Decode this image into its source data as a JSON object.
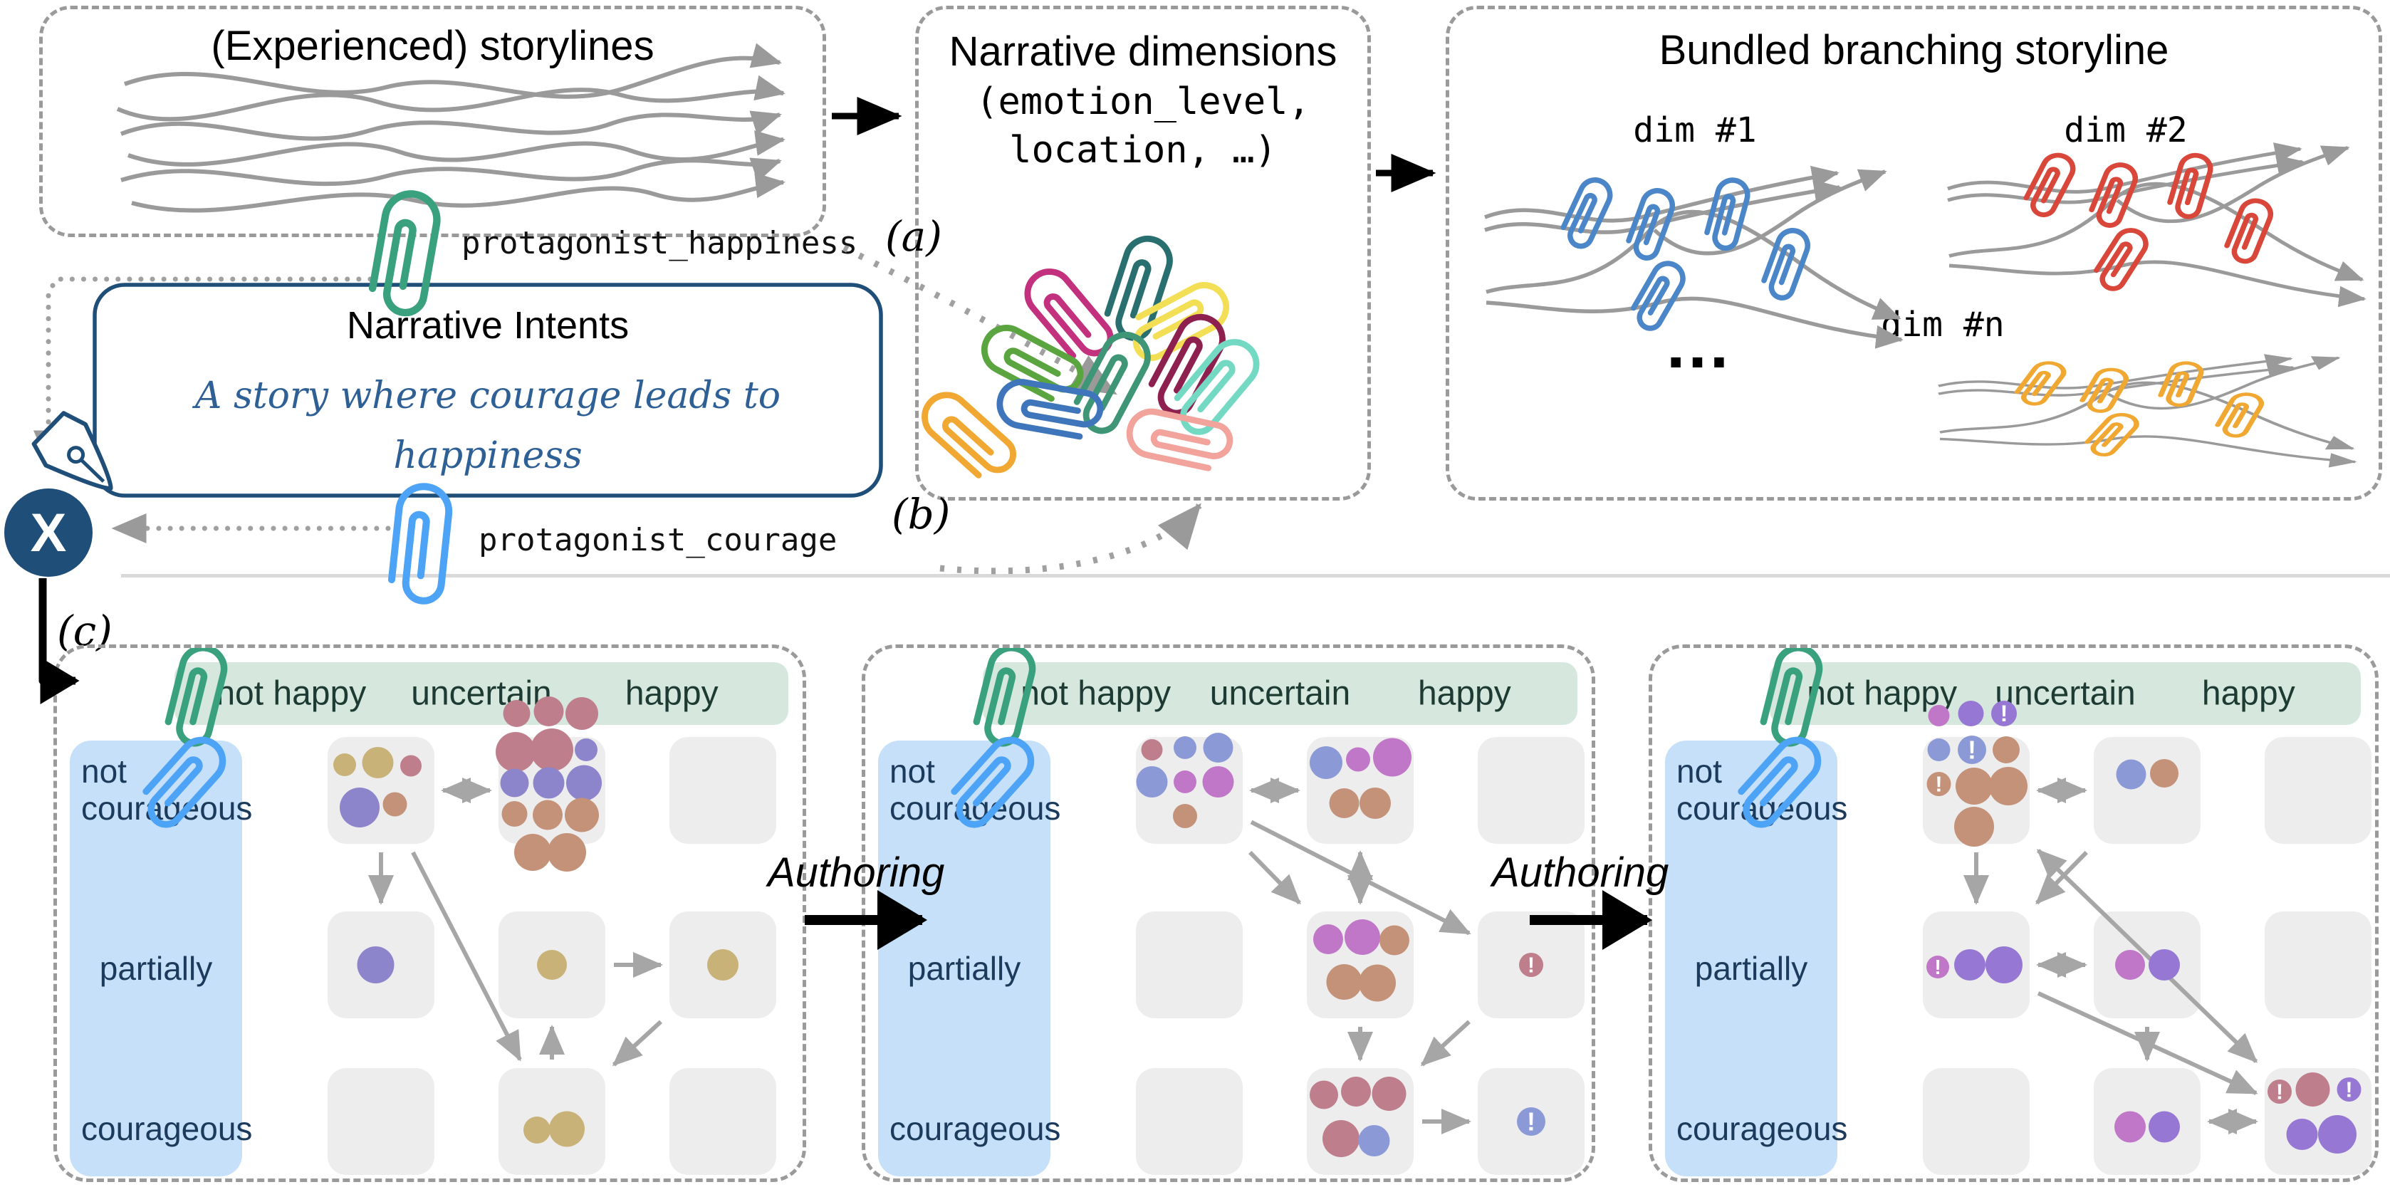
{
  "top": {
    "storylines_box": {
      "title": "(Experienced) storylines"
    },
    "dimensions_box": {
      "title": "Narrative dimensions",
      "code_line1": "(emotion_level,",
      "code_line2": "location, …)"
    },
    "bundled_box": {
      "title": "Bundled branching storyline",
      "dims": [
        {
          "label": "dim #1",
          "clip_color": "#4a86c8"
        },
        {
          "label": "dim #2",
          "clip_color": "#d9473a"
        },
        {
          "label": "dim #n",
          "clip_color": "#f0a832"
        }
      ],
      "ellipsis": "..."
    },
    "clip_happiness": {
      "label": "protagonist_happiness",
      "color": "#3aa17e"
    },
    "clip_courage": {
      "label": "protagonist_courage",
      "color": "#4da3f5"
    },
    "intents_box": {
      "title": "Narrative Intents",
      "line1": "A story where courage leads to",
      "line2": "happiness",
      "accent": "#1f4e79",
      "text_color": "#2e6096"
    },
    "labels": {
      "a": "(a)",
      "b": "(b)",
      "c": "(c)",
      "x": "X"
    },
    "pile_colors": [
      "#2a6f6f",
      "#c3307e",
      "#f2df55",
      "#5aa53f",
      "#3f9677",
      "#8e2050",
      "#74d9c3",
      "#3f75bb",
      "#f2a39b",
      "#f0a832"
    ]
  },
  "matrix": {
    "authoring_label": "Authoring",
    "col_labels": [
      "not happy",
      "uncertain",
      "happy"
    ],
    "row_labels": [
      "not courageous",
      "partially",
      "courageous"
    ],
    "header_bg": "#d6e7de",
    "header_text": "#1d3b33",
    "sidebar_bg": "#c5e0f8",
    "sidebar_text": "#1b3a5c",
    "cell_bg": "#ededee",
    "arrow_color": "#a6a6a6",
    "palette": {
      "rose": "#bf7e8b",
      "khaki": "#c8b277",
      "purple": "#8d85cc",
      "blue": "#8b99d6",
      "salmon": "#c49179",
      "orchid": "#c077c8",
      "violet": "#9678d4"
    },
    "panels": [
      {
        "cells": [
          {
            "r": 0,
            "c": 0,
            "dots": [
              [
                "khaki",
                16,
                0.16,
                0.26
              ],
              [
                "khaki",
                22,
                0.47,
                0.24
              ],
              [
                "rose",
                15,
                0.78,
                0.27
              ],
              [
                "purple",
                28,
                0.3,
                0.66
              ],
              [
                "salmon",
                17,
                0.63,
                0.63
              ]
            ]
          },
          {
            "r": 0,
            "c": 1,
            "dots": [
              [
                "rose",
                19,
                0.17,
                -0.22
              ],
              [
                "rose",
                21,
                0.47,
                -0.24
              ],
              [
                "rose",
                23,
                0.78,
                -0.22
              ],
              [
                "rose",
                28,
                0.16,
                0.14
              ],
              [
                "rose",
                30,
                0.5,
                0.12
              ],
              [
                "purple",
                16,
                0.82,
                0.12
              ],
              [
                "purple",
                20,
                0.15,
                0.43
              ],
              [
                "purple",
                22,
                0.47,
                0.43
              ],
              [
                "purple",
                25,
                0.8,
                0.43
              ],
              [
                "salmon",
                18,
                0.15,
                0.72
              ],
              [
                "salmon",
                21,
                0.46,
                0.73
              ],
              [
                "salmon",
                24,
                0.78,
                0.73
              ],
              [
                "salmon",
                26,
                0.32,
                1.08
              ],
              [
                "salmon",
                27,
                0.64,
                1.08
              ]
            ]
          },
          {
            "r": 1,
            "c": 0,
            "dots": [
              [
                "purple",
                26,
                0.45,
                0.5
              ]
            ]
          },
          {
            "r": 1,
            "c": 1,
            "dots": [
              [
                "khaki",
                21,
                0.5,
                0.5
              ]
            ]
          },
          {
            "r": 1,
            "c": 2,
            "dots": [
              [
                "khaki",
                22,
                0.5,
                0.5
              ]
            ]
          },
          {
            "r": 2,
            "c": 1,
            "dots": [
              [
                "khaki",
                19,
                0.36,
                0.58
              ],
              [
                "khaki",
                25,
                0.64,
                0.57
              ]
            ]
          }
        ],
        "arrows": [
          [
            0,
            0,
            0,
            1,
            1
          ],
          [
            0,
            0,
            1,
            0,
            0
          ],
          [
            0,
            0,
            2,
            1,
            0
          ],
          [
            1,
            1,
            1,
            2,
            0
          ],
          [
            2,
            1,
            1,
            1,
            0
          ],
          [
            1,
            2,
            2,
            1,
            0
          ]
        ]
      },
      {
        "cells": [
          {
            "r": 0,
            "c": 0,
            "dots": [
              [
                "rose",
                15,
                0.15,
                0.12
              ],
              [
                "blue",
                16,
                0.46,
                0.1
              ],
              [
                "blue",
                21,
                0.77,
                0.1
              ],
              [
                "blue",
                22,
                0.15,
                0.42
              ],
              [
                "orchid",
                16,
                0.46,
                0.42
              ],
              [
                "orchid",
                22,
                0.77,
                0.42
              ],
              [
                "salmon",
                17,
                0.46,
                0.74
              ]
            ]
          },
          {
            "r": 0,
            "c": 1,
            "dots": [
              [
                "blue",
                23,
                0.18,
                0.24
              ],
              [
                "orchid",
                17,
                0.48,
                0.21
              ],
              [
                "orchid",
                27,
                0.8,
                0.19
              ],
              [
                "salmon",
                21,
                0.35,
                0.62
              ],
              [
                "salmon",
                22,
                0.64,
                0.62
              ]
            ]
          },
          {
            "r": 1,
            "c": 1,
            "dots": [
              [
                "orchid",
                21,
                0.2,
                0.26
              ],
              [
                "orchid",
                25,
                0.52,
                0.24
              ],
              [
                "salmon",
                21,
                0.82,
                0.27
              ],
              [
                "salmon",
                25,
                0.35,
                0.66
              ],
              [
                "salmon",
                26,
                0.66,
                0.67
              ]
            ]
          },
          {
            "r": 1,
            "c": 2,
            "dots": [
              [
                "rose",
                17,
                0.5,
                0.5,
                1
              ]
            ]
          },
          {
            "r": 2,
            "c": 1,
            "dots": [
              [
                "rose",
                20,
                0.16,
                0.25
              ],
              [
                "rose",
                21,
                0.46,
                0.22
              ],
              [
                "rose",
                24,
                0.77,
                0.24
              ],
              [
                "rose",
                26,
                0.32,
                0.66
              ],
              [
                "blue",
                22,
                0.63,
                0.68
              ]
            ]
          },
          {
            "r": 2,
            "c": 2,
            "dots": [
              [
                "blue",
                20,
                0.5,
                0.5,
                1
              ]
            ]
          }
        ],
        "arrows": [
          [
            0,
            0,
            0,
            1,
            1
          ],
          [
            0,
            0,
            1,
            1,
            0
          ],
          [
            0,
            0,
            1,
            2,
            0
          ],
          [
            0,
            1,
            1,
            1,
            1
          ],
          [
            1,
            1,
            2,
            1,
            0
          ],
          [
            1,
            2,
            2,
            1,
            0
          ],
          [
            2,
            1,
            2,
            2,
            0
          ]
        ]
      },
      {
        "cells": [
          {
            "r": 0,
            "c": 0,
            "dots": [
              [
                "orchid",
                15,
                0.15,
                -0.2
              ],
              [
                "violet",
                18,
                0.45,
                -0.22
              ],
              [
                "violet",
                18,
                0.76,
                -0.22,
                1
              ],
              [
                "blue",
                16,
                0.15,
                0.12
              ],
              [
                "blue",
                20,
                0.46,
                0.12,
                1
              ],
              [
                "salmon",
                19,
                0.78,
                0.12
              ],
              [
                "salmon",
                17,
                0.15,
                0.44,
                1
              ],
              [
                "salmon",
                26,
                0.48,
                0.46
              ],
              [
                "salmon",
                27,
                0.8,
                0.46
              ],
              [
                "salmon",
                28,
                0.48,
                0.84
              ]
            ]
          },
          {
            "r": 0,
            "c": 1,
            "dots": [
              [
                "blue",
                21,
                0.35,
                0.35
              ],
              [
                "salmon",
                20,
                0.66,
                0.34
              ]
            ]
          },
          {
            "r": 1,
            "c": 0,
            "dots": [
              [
                "orchid",
                16,
                0.14,
                0.52,
                1
              ],
              [
                "violet",
                22,
                0.44,
                0.5
              ],
              [
                "violet",
                26,
                0.76,
                0.5
              ]
            ]
          },
          {
            "r": 1,
            "c": 1,
            "dots": [
              [
                "orchid",
                21,
                0.34,
                0.5
              ],
              [
                "violet",
                22,
                0.66,
                0.5
              ]
            ]
          },
          {
            "r": 2,
            "c": 1,
            "dots": [
              [
                "orchid",
                22,
                0.34,
                0.55
              ],
              [
                "violet",
                22,
                0.66,
                0.55
              ]
            ]
          },
          {
            "r": 2,
            "c": 2,
            "dots": [
              [
                "rose",
                17,
                0.14,
                0.22,
                1
              ],
              [
                "rose",
                24,
                0.45,
                0.2
              ],
              [
                "violet",
                17,
                0.79,
                0.2,
                1
              ],
              [
                "violet",
                22,
                0.35,
                0.62
              ],
              [
                "violet",
                27,
                0.68,
                0.62
              ]
            ]
          }
        ],
        "arrows": [
          [
            0,
            0,
            0,
            1,
            1
          ],
          [
            0,
            0,
            1,
            0,
            0
          ],
          [
            0,
            1,
            1,
            0,
            0
          ],
          [
            0,
            0,
            2,
            2,
            1
          ],
          [
            1,
            0,
            1,
            1,
            1
          ],
          [
            1,
            0,
            2,
            2,
            0
          ],
          [
            1,
            1,
            2,
            1,
            0
          ],
          [
            2,
            1,
            2,
            2,
            1
          ]
        ]
      }
    ]
  }
}
